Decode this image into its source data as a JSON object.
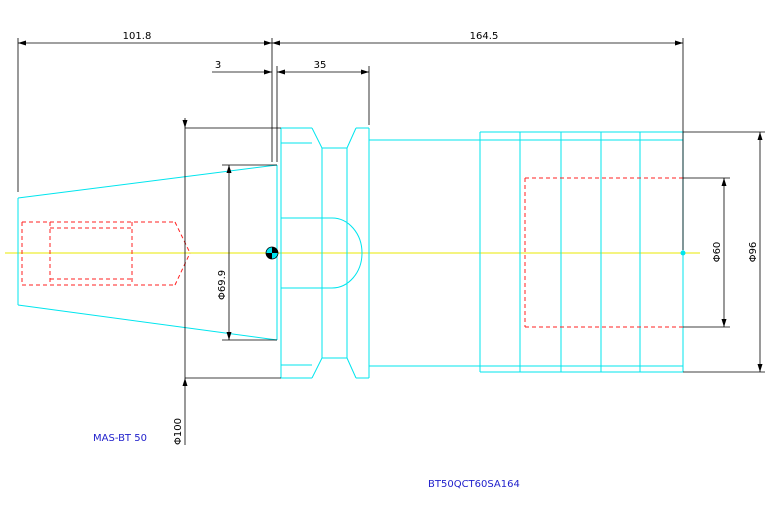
{
  "colors": {
    "background": "#ffffff",
    "outline": "#00e5ee",
    "hidden": "#ff2020",
    "dimension": "#000000",
    "centerline": "#e8e800",
    "label": "#2222cc"
  },
  "dimensions": {
    "overall_left": "101.8",
    "overall_right": "164.5",
    "flange_gap": "3",
    "flange_width": "35",
    "taper_diameter": "Φ69.9",
    "flange_diameter": "Φ100",
    "bore_diameter": "Φ60",
    "body_diameter": "Φ96"
  },
  "labels": {
    "spec": "MAS-BT 50",
    "part_number": "BT50QCT60SA164"
  }
}
